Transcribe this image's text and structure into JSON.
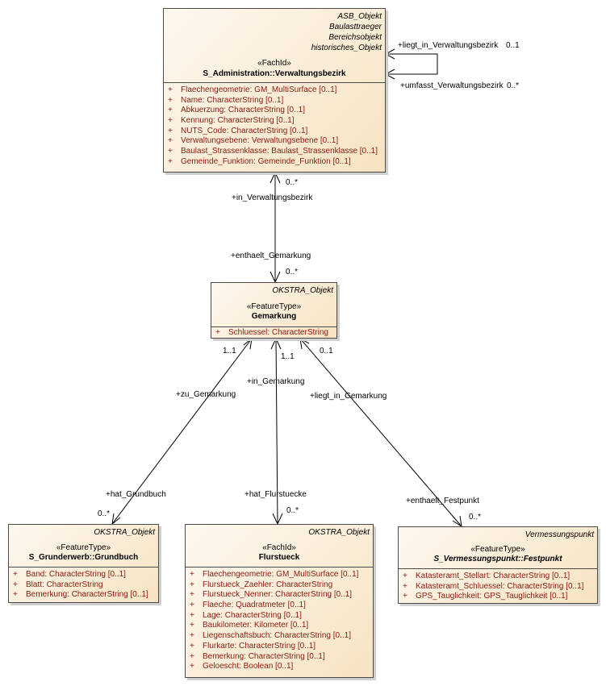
{
  "classes": {
    "verwaltungsbezirk": {
      "parents": [
        "ASB_Objekt",
        "Baulasttraeger",
        "Bereichsobjekt",
        "historisches_Objekt"
      ],
      "stereotype": "«FachId»",
      "name": "S_Administration::Verwaltungsbezirk",
      "attributes": [
        {
          "vis": "+",
          "text": "Flaechengeometrie: GM_MultiSurface [0..1]"
        },
        {
          "vis": "+",
          "text": "Name: CharacterString [0..1]"
        },
        {
          "vis": "+",
          "text": "Abkuerzung: CharacterString [0..1]"
        },
        {
          "vis": "+",
          "text": "Kennung: CharacterString [0..1]"
        },
        {
          "vis": "+",
          "text": "NUTS_Code: CharacterString [0..1]"
        },
        {
          "vis": "+",
          "text": "Verwaltungsebene: Verwaltungsebene [0..1]"
        },
        {
          "vis": "+",
          "text": "Baulast_Strassenklasse: Baulast_Strassenklasse [0..1]"
        },
        {
          "vis": "+",
          "text": "Gemeinde_Funktion: Gemeinde_Funktion [0..1]"
        }
      ]
    },
    "gemarkung": {
      "parents": [
        "OKSTRA_Objekt"
      ],
      "stereotype": "«FeatureType»",
      "name": "Gemarkung",
      "attributes": [
        {
          "vis": "+",
          "text": "Schluessel: CharacterString"
        }
      ]
    },
    "grundbuch": {
      "parents": [
        "OKSTRA_Objekt"
      ],
      "stereotype": "«FeatureType»",
      "name": "S_Grunderwerb::Grundbuch",
      "attributes": [
        {
          "vis": "+",
          "text": "Band: CharacterString [0..1]"
        },
        {
          "vis": "+",
          "text": "Blatt: CharacterString"
        },
        {
          "vis": "+",
          "text": "Bemerkung: CharacterString [0..1]"
        }
      ]
    },
    "flurstueck": {
      "parents": [
        "OKSTRA_Objekt"
      ],
      "stereotype": "«FachId»",
      "name": "Flurstueck",
      "attributes": [
        {
          "vis": "+",
          "text": "Flaechengeometrie: GM_MultiSurface [0..1]"
        },
        {
          "vis": "+",
          "text": "Flurstueck_Zaehler: CharacterString"
        },
        {
          "vis": "+",
          "text": "Flurstueck_Nenner: CharacterString [0..1]"
        },
        {
          "vis": "+",
          "text": "Flaeche: Quadratmeter [0..1]"
        },
        {
          "vis": "+",
          "text": "Lage: CharacterString [0..1]"
        },
        {
          "vis": "+",
          "text": "Baukilometer: Kilometer [0..1]"
        },
        {
          "vis": "+",
          "text": "Liegenschaftsbuch: CharacterString [0..1]"
        },
        {
          "vis": "+",
          "text": "Flurkarte: CharacterString [0..1]"
        },
        {
          "vis": "+",
          "text": "Bemerkung: CharacterString [0..1]"
        },
        {
          "vis": "+",
          "text": "Geloescht: Boolean [0..1]"
        }
      ]
    },
    "festpunkt": {
      "parents": [
        "Vermessungspunkt"
      ],
      "stereotype": "«FeatureType»",
      "name": "S_Vermessungspunkt::Festpunkt",
      "attributes": [
        {
          "vis": "+",
          "text": "Katasteramt_Stellart: CharacterString [0..1]"
        },
        {
          "vis": "+",
          "text": "Katasteramt_Schluessel: CharacterString [0..1]"
        },
        {
          "vis": "+",
          "text": "GPS_Tauglichkeit: GPS_Tauglichkeit [0..1]"
        }
      ]
    }
  },
  "associations": {
    "self_liegt": {
      "role": "+liegt_in_Verwaltungsbezirk",
      "mult": "0..1"
    },
    "self_umfasst": {
      "role": "+umfasst_Verwaltungsbezirk",
      "mult": "0..*"
    },
    "vb_gem": {
      "role_top": "+in_Verwaltungsbezirk",
      "mult_top": "0..*",
      "role_bottom": "+enthaelt_Gemarkung",
      "mult_bottom": "0..*"
    },
    "grundbuch": {
      "role_top": "+zu_Gemarkung",
      "mult_top": "1..1",
      "role_bottom": "+hat_Grundbuch",
      "mult_bottom": "0..*"
    },
    "flurstueck": {
      "role_top": "+in_Gemarkung",
      "mult_top": "1..1",
      "role_bottom": "+hat_Flurstuecke",
      "mult_bottom": "0..*"
    },
    "festpunkt": {
      "role_top": "+liegt_in_Gemarkung",
      "mult_top": "0..1",
      "role_bottom": "+enthaelt_Festpunkt",
      "mult_bottom": "0..*"
    }
  }
}
